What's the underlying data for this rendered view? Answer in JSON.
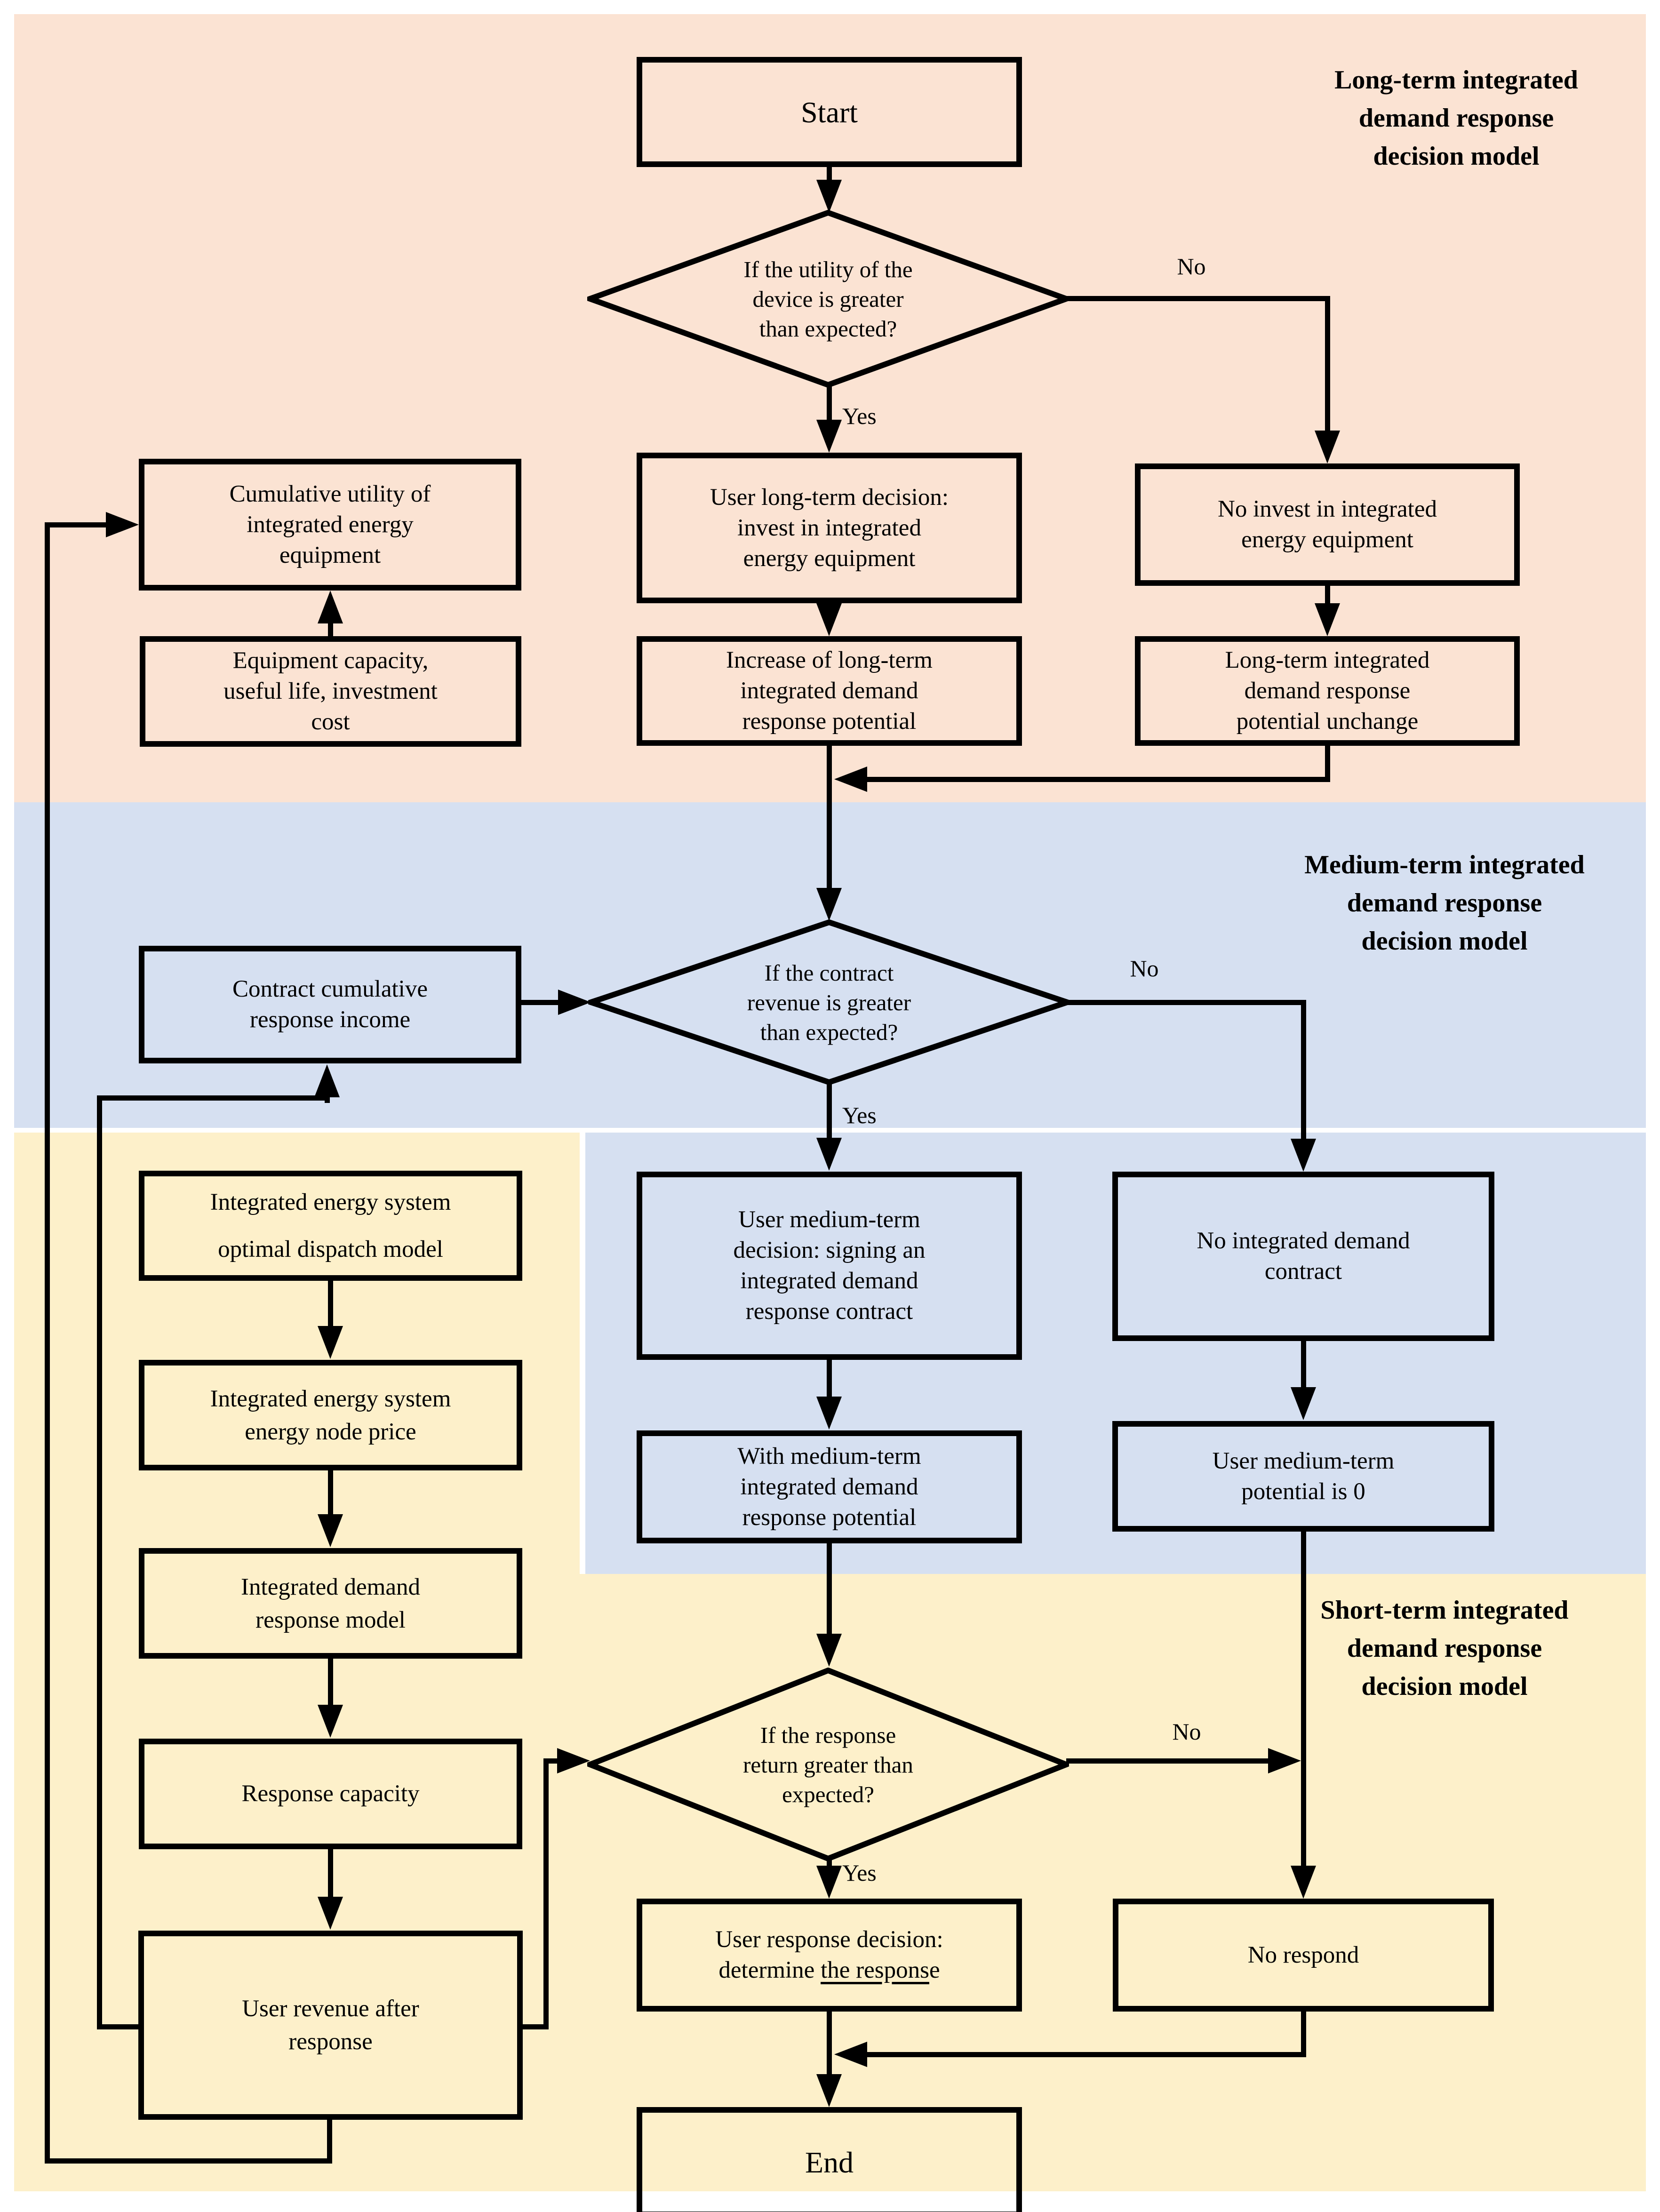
{
  "colors": {
    "long_term_bg": "#FBE3D3",
    "medium_term_bg": "#D6E0F1",
    "short_term_bg": "#FDF0CA",
    "line_color": "#000000",
    "page_bg": "#FFFFFF"
  },
  "sections": {
    "long_term": {
      "title_lines": [
        "Long-term integrated",
        "demand response",
        "decision model"
      ]
    },
    "medium_term": {
      "title_lines": [
        "Medium-term integrated",
        "demand response",
        "decision model"
      ]
    },
    "short_term": {
      "title_lines": [
        "Short-term integrated",
        "demand response",
        "decision model"
      ]
    }
  },
  "nodes": {
    "start": {
      "label": "Start"
    },
    "decision_utility": {
      "lines": [
        "If the utility of the",
        "device is greater",
        "than expected?"
      ]
    },
    "cumulative_utility": {
      "lines": [
        "Cumulative utility of",
        "integrated energy",
        "equipment"
      ]
    },
    "user_long_term": {
      "lines": [
        "User long-term decision:",
        "invest in integrated",
        "energy equipment"
      ]
    },
    "no_invest": {
      "lines": [
        "No invest in integrated",
        "energy equipment"
      ]
    },
    "equipment_inputs": {
      "lines": [
        "Equipment capacity,",
        "useful life, investment",
        "cost"
      ]
    },
    "increase_potential": {
      "lines": [
        "Increase of long-term",
        "integrated demand",
        "response potential"
      ]
    },
    "potential_unchanged": {
      "lines": [
        "Long-term integrated",
        "demand response",
        "potential unchange"
      ]
    },
    "contract_income": {
      "lines": [
        "Contract cumulative",
        "response income"
      ]
    },
    "decision_contract": {
      "lines": [
        "If the contract",
        "revenue is greater",
        "than expected?"
      ]
    },
    "user_medium_term": {
      "lines": [
        "User medium-term",
        "decision: signing an",
        "integrated demand",
        "response contract"
      ]
    },
    "no_contract": {
      "lines": [
        "No integrated demand",
        "contract"
      ]
    },
    "with_potential": {
      "lines": [
        "With medium-term",
        "integrated demand",
        "response potential"
      ]
    },
    "potential_zero": {
      "lines": [
        "User medium-term",
        "potential is 0"
      ]
    },
    "ies_dispatch": {
      "lines": [
        "Integrated energy system",
        "optimal dispatch model"
      ]
    },
    "ies_node_price": {
      "lines": [
        "Integrated energy system",
        "energy node price"
      ]
    },
    "idr_model": {
      "lines": [
        "Integrated demand",
        "response model"
      ]
    },
    "response_capacity": {
      "lines": [
        "Response capacity"
      ]
    },
    "user_revenue": {
      "lines": [
        "User revenue after",
        "response"
      ]
    },
    "decision_response": {
      "lines": [
        "If the response",
        "return greater than",
        "expected?"
      ]
    },
    "user_response": {
      "line1": "User response decision:",
      "line2_pre": "determine ",
      "line2_underlined": "the respons",
      "line2_post": "e"
    },
    "no_respond": {
      "lines": [
        "No respond"
      ]
    },
    "end": {
      "label": "End"
    }
  },
  "edge_labels": {
    "yes": "Yes",
    "no": "No"
  }
}
